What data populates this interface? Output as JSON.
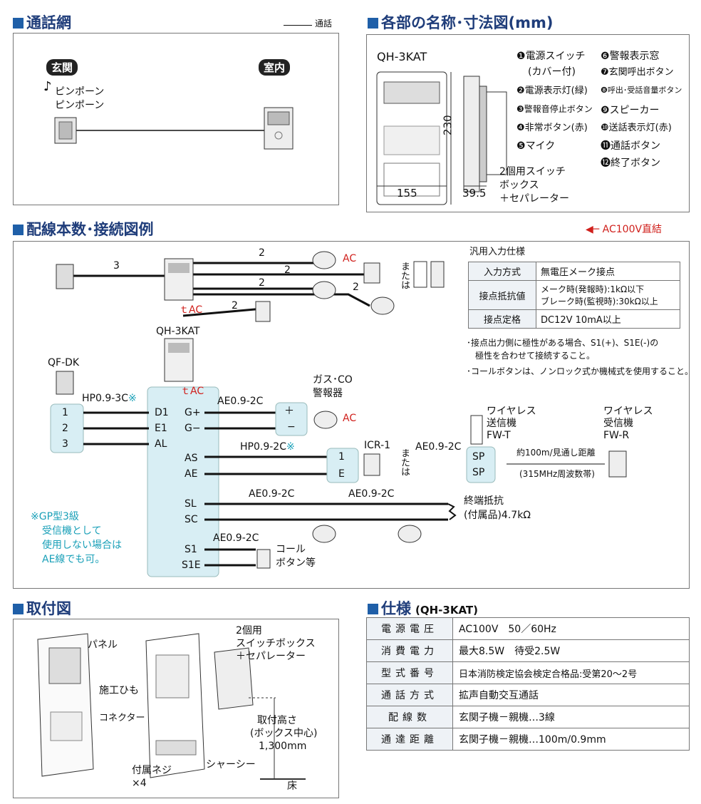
{
  "titles": {
    "network": "通話網",
    "parts": "各部の名称･寸法図(mm)",
    "wiring": "配線本数･接続図例",
    "mounting": "取付図",
    "spec": "仕様",
    "spec_model": "(QH-3KAT)"
  },
  "network": {
    "legend": "通話",
    "entrance": "玄関",
    "indoor": "室内",
    "chime_1": "ピンポーン",
    "chime_2": "ピンポーン"
  },
  "parts": {
    "model": "QH-3KAT",
    "dim_height": "230",
    "dim_width": "155",
    "dim_depth": "39.5",
    "box_note_1": "2個用スイッチ",
    "box_note_2": "ボックス",
    "box_note_3": "＋セパレーター",
    "items": [
      {
        "no": "❶",
        "text": "電源スイッチ"
      },
      {
        "no": "",
        "text": "(カバー付)"
      },
      {
        "no": "❷",
        "text": "電源表示灯(緑)"
      },
      {
        "no": "❸",
        "text": "警報音停止ボタン"
      },
      {
        "no": "❹",
        "text": "非常ボタン(赤)"
      },
      {
        "no": "❺",
        "text": "マイク"
      },
      {
        "no": "❻",
        "text": "警報表示窓"
      },
      {
        "no": "❼",
        "text": "玄関呼出ボタン"
      },
      {
        "no": "❽",
        "text": "呼出･受話音量ボタン"
      },
      {
        "no": "❾",
        "text": "スピーカー"
      },
      {
        "no": "❿",
        "text": "送話表示灯(赤)"
      },
      {
        "no": "⓫",
        "text": "通話ボタン"
      },
      {
        "no": "⓬",
        "text": "終了ボタン"
      }
    ]
  },
  "wiring": {
    "ac_direct": "AC100V直結",
    "general_title": "汎用入力仕様",
    "general_rows": [
      {
        "k": "入力方式",
        "v1": "無電圧メーク接点",
        "v2": ""
      },
      {
        "k": "接点抵抗値",
        "v1": "メーク時(発報時):1kΩ以下",
        "v2": "ブレーク時(監視時):30kΩ以上"
      },
      {
        "k": "接点定格",
        "v1": "DC12V 10mA以上",
        "v2": ""
      }
    ],
    "notes": [
      "･接点出力側に極性がある場合、S1(+)、S1E(-)の",
      "　極性を合わせて接続すること。",
      "･コールボタンは、ノンロック式か機械式を使用すること。"
    ],
    "labels": {
      "ac": "AC",
      "tac": "ｔAC",
      "three": "3",
      "two": "2",
      "or": "または",
      "model": "QH-3KAT",
      "qfdk": "QF-DK",
      "hp3c": "HP0.9-3C",
      "hp2c": "HP0.9-2C",
      "ae2c": "AE0.9-2C",
      "gas_1": "ガス･CO",
      "gas_2": "警報器",
      "icr": "ICR-1",
      "wl_tx_1": "ワイヤレス",
      "wl_tx_2": "送信機",
      "wl_tx_3": "FW-T",
      "wl_rx_1": "ワイヤレス",
      "wl_rx_2": "受信機",
      "wl_rx_3": "FW-R",
      "range_1": "約100m/見通し距離",
      "range_2": "(315MHz周波数帯)",
      "term_1": "終端抵抗",
      "term_2": "(付属品)4.7kΩ",
      "call_1": "コール",
      "call_2": "ボタン等",
      "gp_note_1": "※GP型3級",
      "gp_note_2": "受信機として",
      "gp_note_3": "使用しない場合は",
      "gp_note_4": "AE線でも可。",
      "mark": "※"
    },
    "terminals_left": [
      "1",
      "2",
      "3"
    ],
    "terminals_main": [
      "D1",
      "E1",
      "AL"
    ],
    "terminals_gas": [
      "G+",
      "G−"
    ],
    "gas_terms": [
      "＋",
      "−"
    ],
    "terminals_mid": [
      "AS",
      "AE",
      "SL",
      "SC",
      "S1",
      "S1E"
    ],
    "icr_terms": [
      "1",
      "E"
    ],
    "sp_terms": [
      "SP",
      "SP"
    ]
  },
  "mounting": {
    "panel": "パネル",
    "string": "施工ひも",
    "connector": "コネクター",
    "screws_1": "付属ネジ",
    "screws_2": "×4",
    "box_1": "2個用",
    "box_2": "スイッチボックス",
    "box_3": "＋セパレーター",
    "height_1": "取付高さ",
    "height_2": "(ボックス中心)",
    "height_3": "1,300mm",
    "chassis": "シャーシー",
    "floor": "床"
  },
  "spec": {
    "rows": [
      {
        "k": "電源電圧",
        "v": "AC100V　50／60Hz"
      },
      {
        "k": "消費電力",
        "v": "最大8.5W　待受2.5W"
      },
      {
        "k": "型式番号",
        "v": "日本消防検定協会検定合格品:受第20～2号"
      },
      {
        "k": "通話方式",
        "v": "拡声自動交互通話"
      },
      {
        "k": "配線数",
        "v": "玄関子機－親機…3線"
      },
      {
        "k": "通達距離",
        "v": "玄関子機－親機…100m/0.9mm"
      }
    ]
  },
  "colors": {
    "title": "#1f3d7a",
    "accent": "#1f5fa8",
    "cyan": "#1aa0b8",
    "red": "#d0201c",
    "term_fill": "#d8eef4"
  }
}
